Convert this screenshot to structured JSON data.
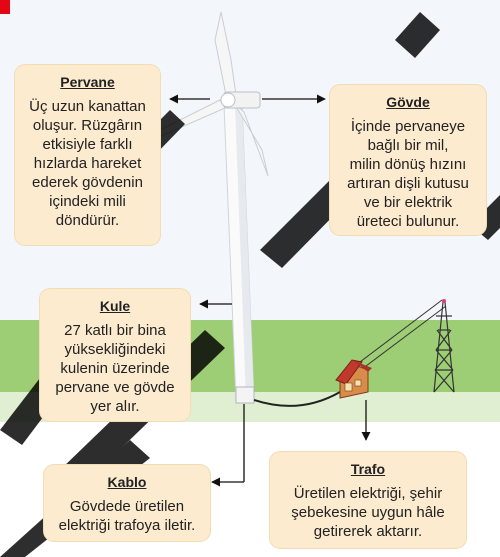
{
  "pervane": {
    "title": "Pervane",
    "text": "Üç uzun kanattan\noluşur. Rüzgârın\netkisiyle farklı\nhızlarda hareket\nederek gövdenin\niçindeki mili\ndöndürür."
  },
  "govde": {
    "title": "Gövde",
    "text": "İçinde pervaneye\nbağlı bir mil,\nmilin dönüş hızını\nartıran dişli kutusu\nve bir elektrik\nüreteci bulunur."
  },
  "kule": {
    "title": "Kule",
    "text": "27 katlı bir bina\nyüksekliğindeki\nkulenin üzerinde\npervane ve gövde\nyer alır."
  },
  "kablo": {
    "title": "Kablo",
    "text": "Gövdede üretilen\nelektriği trafoya iletir."
  },
  "trafo": {
    "title": "Trafo",
    "text": "Üretilen elektriği, şehir\nşebekesine uygun hâle\ngetirerek aktarır."
  },
  "colors": {
    "card_bg": "#fcebcf",
    "sky": "#f3f6fb",
    "grass": "#8cc45c",
    "watermark": "#000000",
    "trafo_roof": "#c0392b"
  }
}
